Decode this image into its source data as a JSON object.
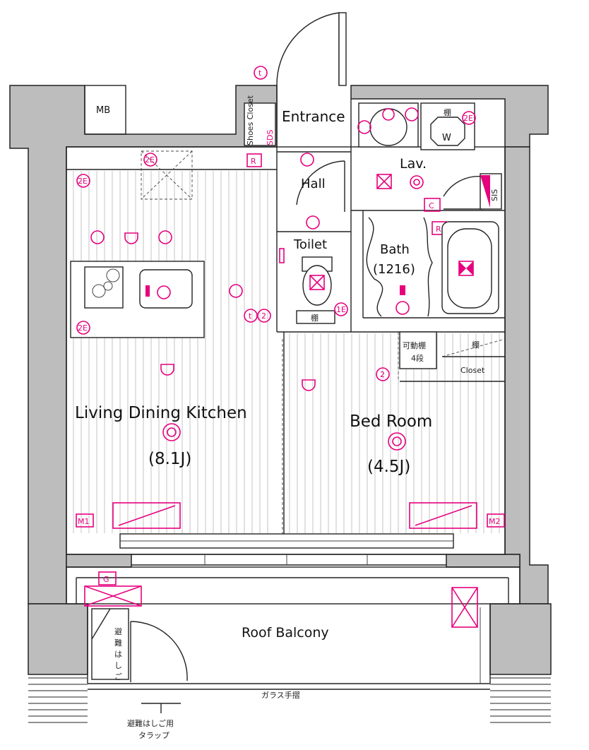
{
  "rooms": {
    "entrance": "Entrance",
    "hall": "Hall",
    "lav": "Lav.",
    "toilet": "Toilet",
    "bath": "Bath",
    "bath_size": "(1216)",
    "ldk": "Living Dining Kitchen",
    "ldk_size": "(8.1J)",
    "bedroom": "Bed Room",
    "bedroom_size": "(4.5J)",
    "balcony": "Roof Balcony",
    "closet": "Closet"
  },
  "labels": {
    "mb": "MB",
    "shoes_closet": "Shoes Closet",
    "sds": "SDS",
    "shelf_glyph": "棚",
    "washer": "W",
    "sis": "SIS",
    "shelf_toilet": "棚",
    "adjustable_shelf_1": "可動棚",
    "adjustable_shelf_2": "4段",
    "shelf_closet": "棚",
    "evac_ladder_1": "避",
    "evac_ladder_2": "難",
    "evac_ladder_3": "は",
    "evac_ladder_4": "し",
    "evac_ladder_5": "ご",
    "glass_rail": "ガラス手摺",
    "evac_hatch_1": "避難はしご用",
    "evac_hatch_2": "タラップ"
  },
  "markers": {
    "r1": "R",
    "r2": "R",
    "c": "C",
    "g": "G",
    "m1": "M1",
    "m2": "M2",
    "e2_1": "2E",
    "e2_2": "2E",
    "e2_3": "2E",
    "e2_4": "2E",
    "e1": "1E",
    "two_1": "2",
    "two_2": "2",
    "t1": "t",
    "t2": "t"
  },
  "colors": {
    "accent": "#e6007e",
    "wall": "#bdbdbd",
    "line": "#222222"
  }
}
